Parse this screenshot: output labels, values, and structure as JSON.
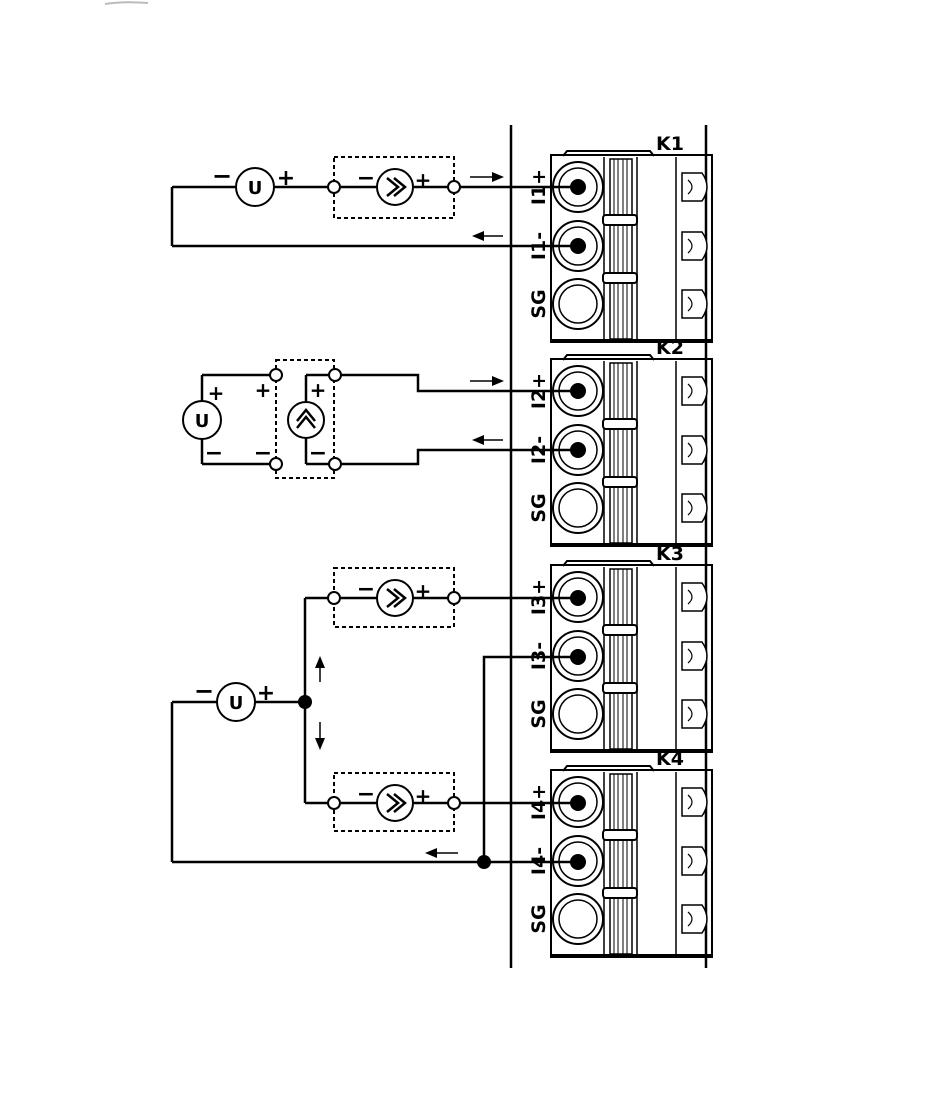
{
  "terminal_blocks": [
    {
      "label": "K1",
      "terminals": [
        "I1+",
        "I1-",
        "SG"
      ]
    },
    {
      "label": "K2",
      "terminals": [
        "I2+",
        "I2-",
        "SG"
      ]
    },
    {
      "label": "K3",
      "terminals": [
        "I3+",
        "I3-",
        "SG"
      ]
    },
    {
      "label": "K4",
      "terminals": [
        "I4+",
        "I4-",
        "SG"
      ]
    }
  ],
  "symbols": {
    "voltage_source": "U",
    "plus": "+",
    "minus": "−"
  }
}
